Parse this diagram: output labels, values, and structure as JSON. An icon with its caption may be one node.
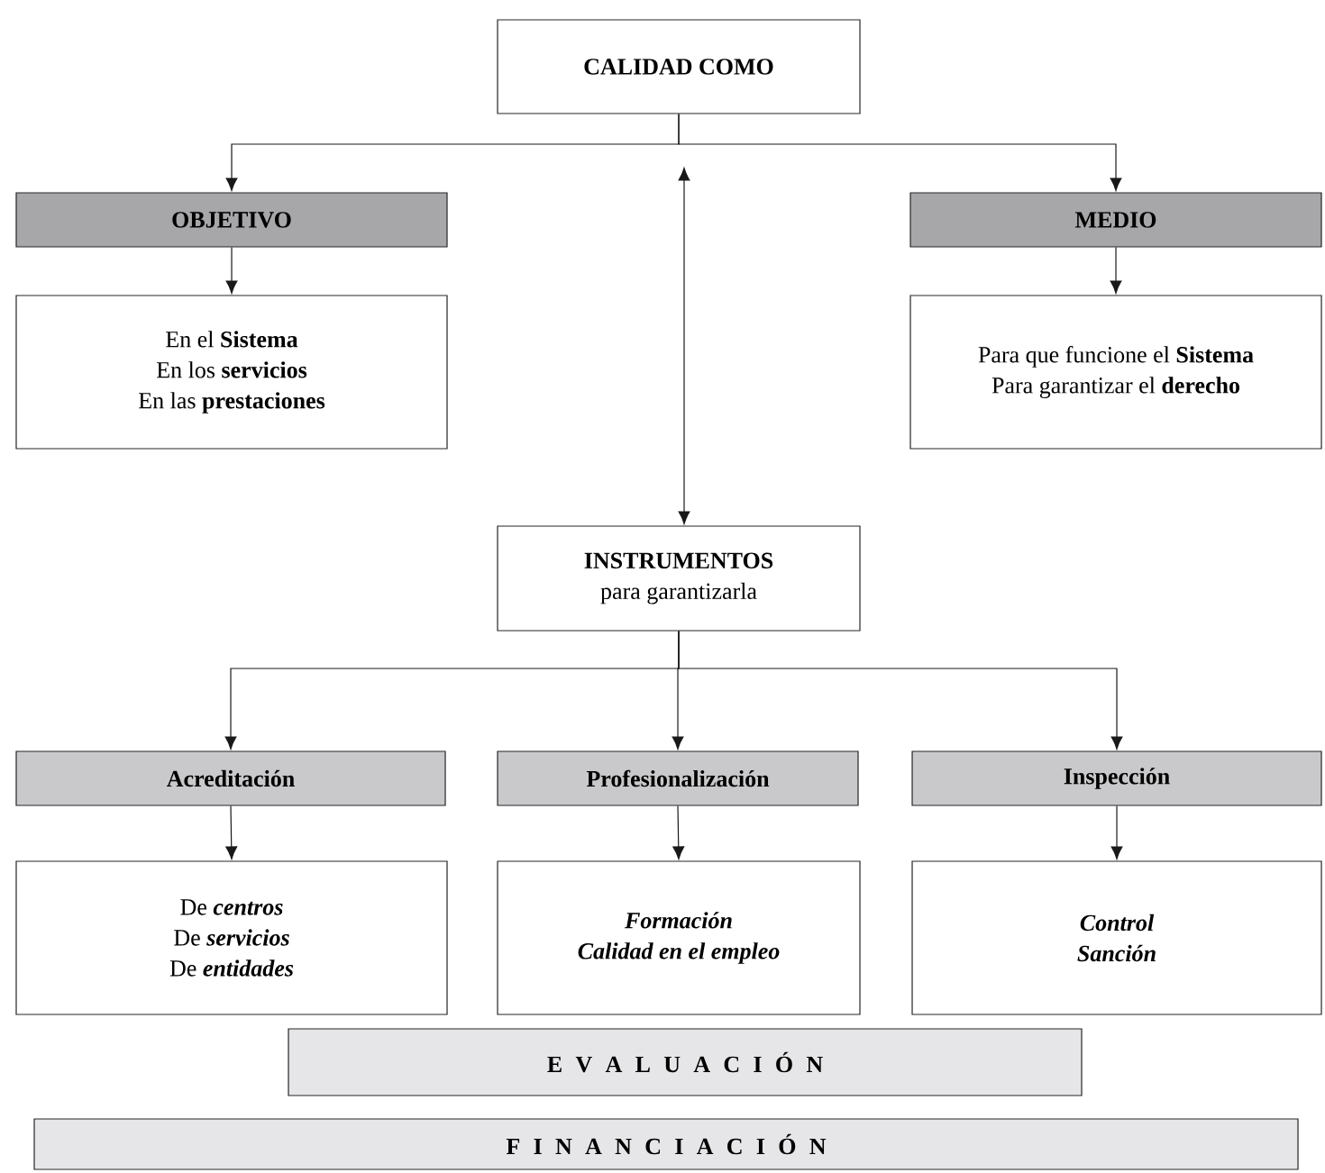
{
  "diagram": {
    "nodes": [
      {
        "text": [
          "CALIDAD COMO"
        ]
      },
      {
        "text": [
          "OBJETIVO"
        ]
      },
      {
        "text": [
          "MEDIO"
        ]
      },
      {
        "text": [
          "En el **Sistema**",
          "En los **servicios**",
          "En las **prestaciones**"
        ]
      },
      {
        "text": [
          "Para que funcione el **Sistema**",
          "Para garantizar el **derecho**"
        ]
      },
      {
        "text": [
          "**INSTRUMENTOS**",
          "para garantizarla"
        ]
      },
      {
        "text": [
          "Acreditación"
        ]
      },
      {
        "text": [
          "Profesionalización"
        ]
      },
      {
        "text": [
          "Inspección"
        ]
      },
      {
        "text": [
          "De **centros**",
          "De **servicios**",
          "De **entidades**"
        ]
      },
      {
        "text": [
          "Formación",
          "Calidad en el empleo"
        ]
      },
      {
        "text": [
          "Control",
          "Sanción"
        ]
      },
      {
        "text": [
          "E V A L U A C I Ó N"
        ]
      },
      {
        "text": [
          "F I N A N C I A C I Ó N"
        ]
      }
    ],
    "edges": [
      {
        "from": 0,
        "to": 1,
        "arrow": "to"
      },
      {
        "from": 0,
        "to": 2,
        "arrow": "to"
      },
      {
        "from": 0,
        "to": 5,
        "arrow": "both"
      },
      {
        "from": 1,
        "to": 3,
        "arrow": "to"
      },
      {
        "from": 2,
        "to": 4,
        "arrow": "to"
      },
      {
        "from": 5,
        "to": 6,
        "arrow": "to"
      },
      {
        "from": 5,
        "to": 7,
        "arrow": "to"
      },
      {
        "from": 5,
        "to": 8,
        "arrow": "to"
      },
      {
        "from": 6,
        "to": 9,
        "arrow": "to"
      },
      {
        "from": 7,
        "to": 10,
        "arrow": "to"
      },
      {
        "from": 8,
        "to": 11,
        "arrow": "to"
      }
    ]
  }
}
